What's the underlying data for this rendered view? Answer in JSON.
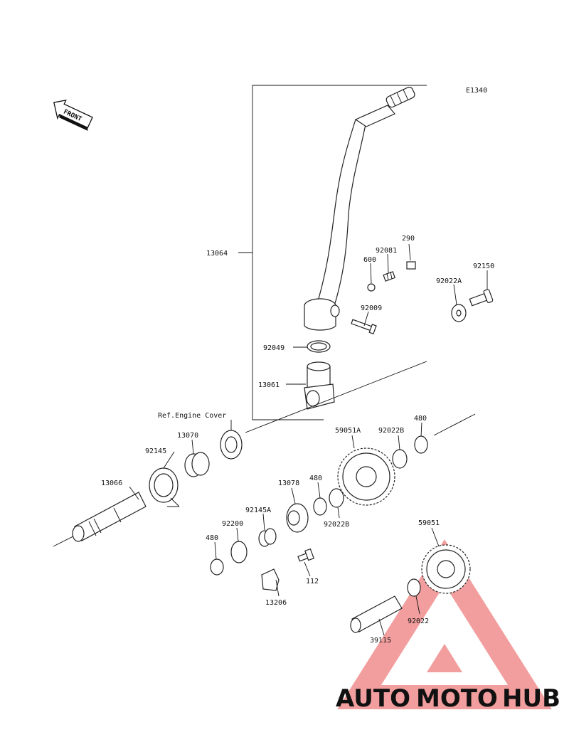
{
  "diagram_code": "E1340",
  "front_label": "FRONT",
  "ref_label": "Ref.Engine Cover",
  "parts": [
    {
      "id": "p13064",
      "label": "13064"
    },
    {
      "id": "p290",
      "label": "290"
    },
    {
      "id": "p92081",
      "label": "92081"
    },
    {
      "id": "p600",
      "label": "600"
    },
    {
      "id": "p92150",
      "label": "92150"
    },
    {
      "id": "p92022A",
      "label": "92022A"
    },
    {
      "id": "p92009",
      "label": "92009"
    },
    {
      "id": "p92049",
      "label": "92049"
    },
    {
      "id": "p13061",
      "label": "13061"
    },
    {
      "id": "p13070",
      "label": "13070"
    },
    {
      "id": "p92145",
      "label": "92145"
    },
    {
      "id": "p13066",
      "label": "13066"
    },
    {
      "id": "p59051A",
      "label": "59051A"
    },
    {
      "id": "p92022B_top",
      "label": "92022B"
    },
    {
      "id": "p480_top",
      "label": "480"
    },
    {
      "id": "p13078",
      "label": "13078"
    },
    {
      "id": "p480_mid",
      "label": "480"
    },
    {
      "id": "p92022B_mid",
      "label": "92022B"
    },
    {
      "id": "p92145A",
      "label": "92145A"
    },
    {
      "id": "p92200",
      "label": "92200"
    },
    {
      "id": "p480_low",
      "label": "480"
    },
    {
      "id": "p112",
      "label": "112"
    },
    {
      "id": "p13206",
      "label": "13206"
    },
    {
      "id": "p59051",
      "label": "59051"
    },
    {
      "id": "p92022",
      "label": "92022"
    },
    {
      "id": "p39115",
      "label": "39115"
    }
  ],
  "watermark": {
    "part1": "AUTO",
    "part2": "MOTO",
    "part3": "HUB",
    "colors": {
      "auto": "#f2b04a",
      "moto": "#ef6a60",
      "hub": "#8a8f96",
      "triangle": "#e84f4f"
    }
  }
}
